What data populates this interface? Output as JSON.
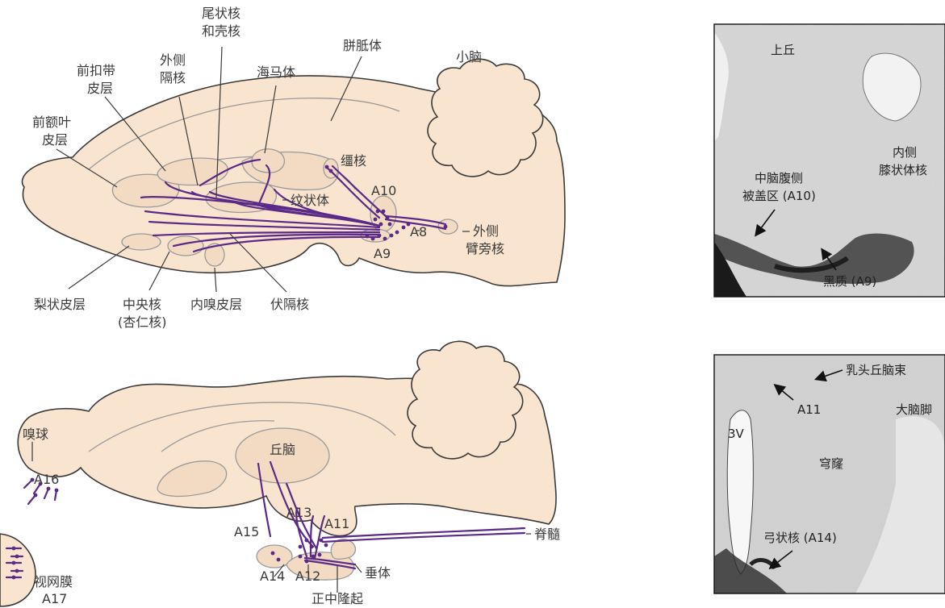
{
  "top_diagram": {
    "labels": {
      "caudate_putamen": [
        "尾状核",
        "和壳核"
      ],
      "lateral_septum": [
        "外侧",
        "隔核"
      ],
      "hippocampus": "海马体",
      "corpus_callosum": "胼胝体",
      "cerebellum": "小脑",
      "anterior_cingulate": [
        "前扣带",
        "皮层"
      ],
      "prefrontal": [
        "前额叶",
        "皮层"
      ],
      "habenula": "缰核",
      "striatum": "纹状体",
      "a10": "A10",
      "a8": "A8",
      "a9": "A9",
      "lateral_parabrachial": [
        "外侧",
        "臂旁核"
      ],
      "piriform": "梨状皮层",
      "amygdala": [
        "中央核",
        "(杏仁核)"
      ],
      "entorhinal": "内嗅皮层",
      "accumbens": "伏隔核"
    }
  },
  "bottom_diagram": {
    "labels": {
      "olfactory_bulb": "嗅球",
      "a16": "A16",
      "thalamus": "丘脑",
      "a13": "A13",
      "a11": "A11",
      "a15": "A15",
      "spinal_cord": "脊髓",
      "a14": "A14",
      "a12": "A12",
      "pituitary": "垂体",
      "median_eminence": "正中隆起",
      "retina": [
        "视网膜",
        "A17"
      ]
    }
  },
  "micrograph_top": {
    "labels": {
      "superior_colliculus": "上丘",
      "medial_geniculate": [
        "内侧",
        "膝状体核"
      ],
      "vta": [
        "中脑腹侧",
        "被盖区 (A10)"
      ],
      "substantia_nigra": "黑质 (A9)"
    }
  },
  "micrograph_bottom": {
    "labels": {
      "mammillothalamic": "乳头丘脑束",
      "a11": "A11",
      "cerebral_peduncle": "大脑脚",
      "third_ventricle": "3V",
      "fornix": "穹窿",
      "arcuate": "弓状核 (A14)"
    }
  }
}
